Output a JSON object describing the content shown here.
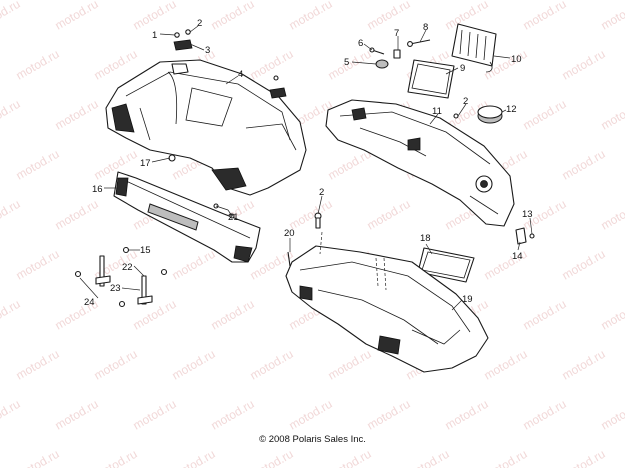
{
  "callouts": [
    {
      "id": "1",
      "label": "1"
    },
    {
      "id": "2a",
      "label": "2"
    },
    {
      "id": "3",
      "label": "3"
    },
    {
      "id": "4",
      "label": "4"
    },
    {
      "id": "5",
      "label": "5"
    },
    {
      "id": "6",
      "label": "6"
    },
    {
      "id": "7",
      "label": "7"
    },
    {
      "id": "8",
      "label": "8"
    },
    {
      "id": "9",
      "label": "9"
    },
    {
      "id": "10",
      "label": "10"
    },
    {
      "id": "11",
      "label": "11"
    },
    {
      "id": "2b",
      "label": "2"
    },
    {
      "id": "12",
      "label": "12"
    },
    {
      "id": "17",
      "label": "17"
    },
    {
      "id": "16",
      "label": "16"
    },
    {
      "id": "21",
      "label": "21"
    },
    {
      "id": "2c",
      "label": "2"
    },
    {
      "id": "13",
      "label": "13"
    },
    {
      "id": "14",
      "label": "14"
    },
    {
      "id": "15",
      "label": "15"
    },
    {
      "id": "22",
      "label": "22"
    },
    {
      "id": "23",
      "label": "23"
    },
    {
      "id": "24",
      "label": "24"
    },
    {
      "id": "20",
      "label": "20"
    },
    {
      "id": "18",
      "label": "18"
    },
    {
      "id": "19",
      "label": "19"
    }
  ],
  "watermark_text": "motod.ru",
  "copyright": "© 2008 Polaris Sales Inc."
}
